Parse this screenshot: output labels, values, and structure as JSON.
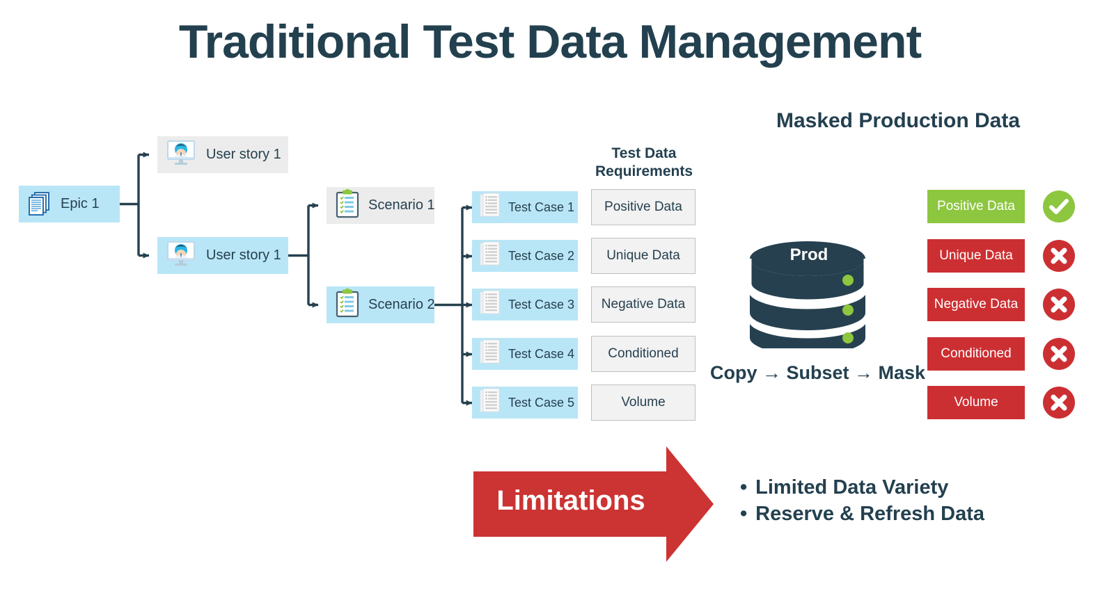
{
  "title": "Traditional Test Data Management",
  "colors": {
    "navy": "#23404f",
    "light_blue": "#b9e6f7",
    "gray_box": "#ececec",
    "req_box": "#f2f2f2",
    "green": "#8dc63f",
    "red": "#cc2f32",
    "arrow_red": "#cc3333"
  },
  "tree": {
    "epic": {
      "label": "Epic 1",
      "icon": "documents-stack-icon"
    },
    "user_stories": [
      {
        "label": "User story 1",
        "icon": "monitor-user-icon",
        "bg": "gray"
      },
      {
        "label": "User story 1",
        "icon": "monitor-user-icon",
        "bg": "blue"
      }
    ],
    "scenarios": [
      {
        "label": "Scenario 1",
        "icon": "clipboard-checklist-icon",
        "bg": "gray"
      },
      {
        "label": "Scenario 2",
        "icon": "clipboard-checklist-icon",
        "bg": "blue"
      }
    ],
    "test_cases": [
      {
        "label": "Test Case 1",
        "icon": "document-icon"
      },
      {
        "label": "Test Case 2",
        "icon": "document-icon"
      },
      {
        "label": "Test Case 3",
        "icon": "document-icon"
      },
      {
        "label": "Test Case 4",
        "icon": "document-icon"
      },
      {
        "label": "Test Case 5",
        "icon": "document-icon"
      }
    ]
  },
  "requirements": {
    "heading_line1": "Test Data",
    "heading_line2": "Requirements",
    "items": [
      {
        "label": "Positive Data"
      },
      {
        "label": "Unique Data"
      },
      {
        "label": "Negative Data"
      },
      {
        "label": "Conditioned"
      },
      {
        "label": "Volume"
      }
    ]
  },
  "masked_production": {
    "heading": "Masked Production Data",
    "database": {
      "label": "Prod",
      "icon": "database-cylinder-icon",
      "indicator_count": 3
    },
    "process_caption": "Copy → Subset → Mask",
    "rows": [
      {
        "label": "Positive Data",
        "state": "available",
        "badge": "check-icon"
      },
      {
        "label": "Unique Data",
        "state": "unavailable",
        "badge": "cross-icon"
      },
      {
        "label": "Negative Data",
        "state": "unavailable",
        "badge": "cross-icon"
      },
      {
        "label": "Conditioned",
        "state": "unavailable",
        "badge": "cross-icon"
      },
      {
        "label": "Volume",
        "state": "unavailable",
        "badge": "cross-icon"
      }
    ]
  },
  "limitations": {
    "arrow_label": "Limitations",
    "bullet_marker": "•",
    "bullets": [
      "Limited Data Variety",
      "Reserve & Refresh Data"
    ]
  }
}
